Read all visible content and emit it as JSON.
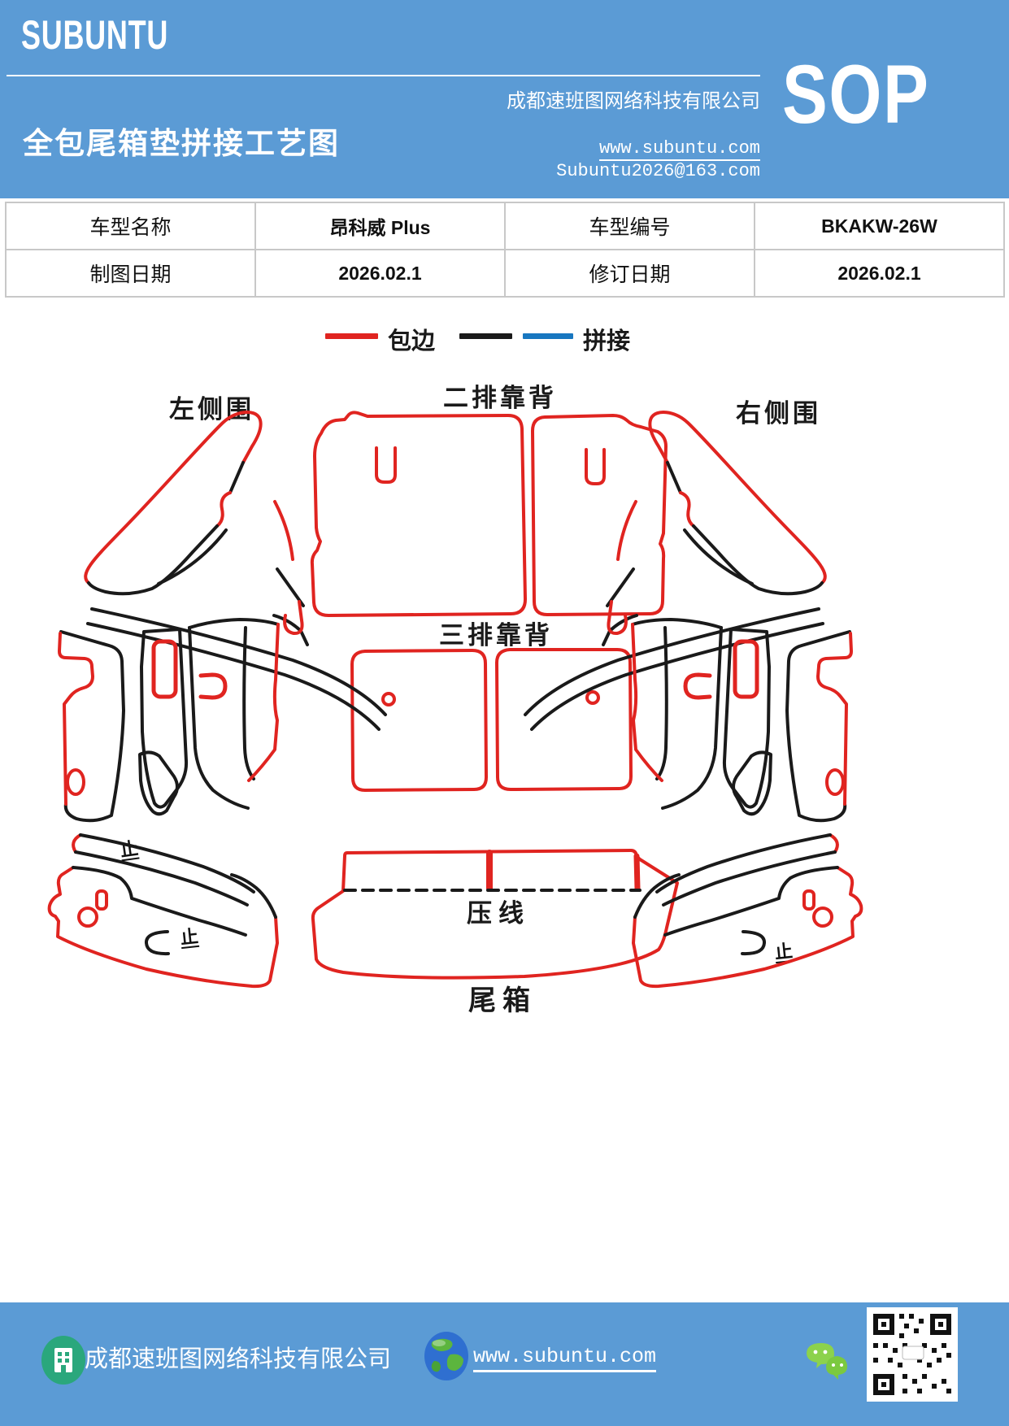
{
  "colors": {
    "brand_blue": "#5B9BD5",
    "edge_red": "#E02420",
    "splice_black": "#1a1a1a",
    "splice_blue": "#1877C0",
    "table_border": "#c8c8c8"
  },
  "header": {
    "logo": "SUBUNTU",
    "title": "全包尾箱垫拼接工艺图",
    "company": "成都速班图网络科技有限公司",
    "website": "www.subuntu.com",
    "email": "Subuntu2026@163.com",
    "badge": "SOP"
  },
  "info_table": {
    "rows": [
      {
        "cells": [
          "车型名称",
          "昂科威 Plus",
          "车型编号",
          "BKAKW-26W"
        ]
      },
      {
        "cells": [
          "制图日期",
          "2026.02.1",
          "修订日期",
          "2026.02.1"
        ]
      }
    ]
  },
  "legend": {
    "edge_label": "包边",
    "splice_label": "拼接"
  },
  "diagram": {
    "labels": {
      "left_side": "左侧围",
      "second_row": "二排靠背",
      "right_side": "右侧围",
      "third_row": "三排靠背",
      "press_line": "压线",
      "trunk": "尾箱",
      "stop_mark": "止"
    }
  },
  "footer": {
    "company": "成都速班图网络科技有限公司",
    "website": "www.subuntu.com"
  }
}
